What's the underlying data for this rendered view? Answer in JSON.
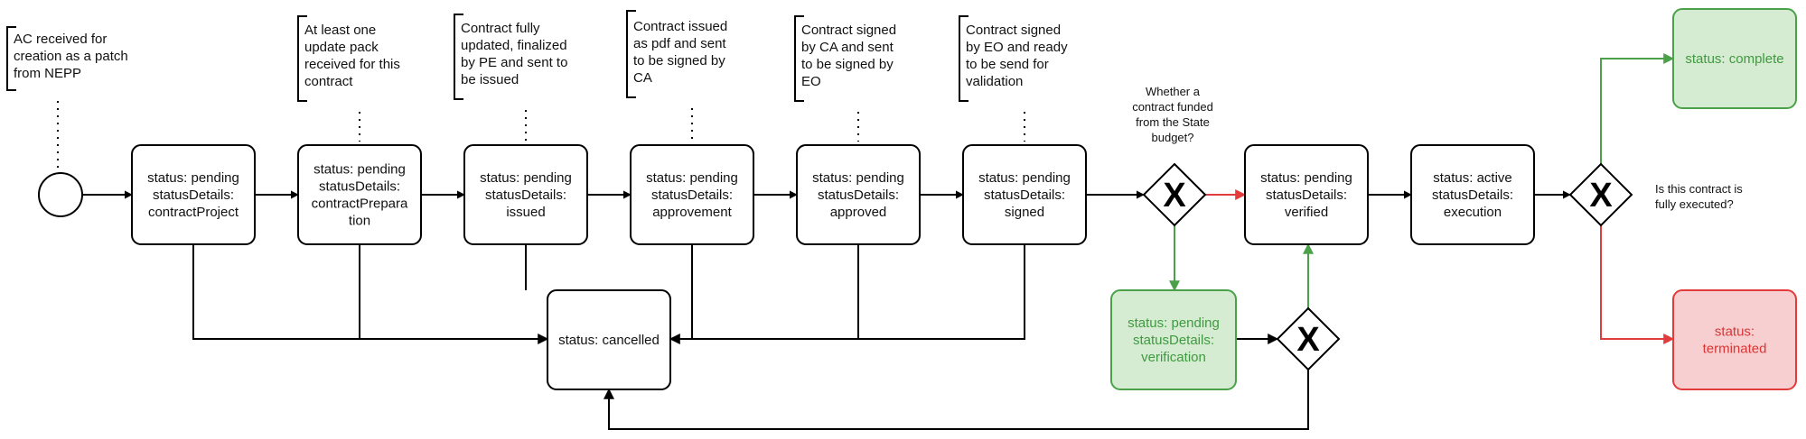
{
  "colors": {
    "default_stroke": "#000000",
    "green_stroke": "#4aa14a",
    "green_fill": "#d5ecd2",
    "green_text": "#3f9a3f",
    "red_stroke": "#e33b3b",
    "red_fill": "#f8cfd0",
    "red_text": "#d93535"
  },
  "tasks": [
    {
      "id": "t1",
      "lines": [
        "status: pending",
        "statusDetails:",
        "contractProject"
      ]
    },
    {
      "id": "t2",
      "lines": [
        "status: pending",
        "statusDetails:",
        "contractPrepara",
        "tion"
      ]
    },
    {
      "id": "t3",
      "lines": [
        "status: pending",
        "statusDetails:",
        "issued"
      ]
    },
    {
      "id": "t4",
      "lines": [
        "status: pending",
        "statusDetails:",
        "approvement"
      ]
    },
    {
      "id": "t5",
      "lines": [
        "status: pending",
        "statusDetails:",
        "approved"
      ]
    },
    {
      "id": "t6",
      "lines": [
        "status: pending",
        "statusDetails:",
        "signed"
      ]
    },
    {
      "id": "t7",
      "lines": [
        "status: pending",
        "statusDetails:",
        "verified"
      ]
    },
    {
      "id": "t8",
      "lines": [
        "status: active",
        "statusDetails:",
        "execution"
      ]
    },
    {
      "id": "t_cancel",
      "lines": [
        "status: cancelled"
      ]
    },
    {
      "id": "t_verif",
      "variant": "green",
      "lines": [
        "status: pending",
        "statusDetails:",
        "verification"
      ]
    },
    {
      "id": "t_complete",
      "variant": "green",
      "lines": [
        "status: complete"
      ]
    },
    {
      "id": "t_term",
      "variant": "red",
      "lines": [
        "status:",
        "terminated"
      ]
    }
  ],
  "annotations": [
    {
      "id": "n0",
      "lines": [
        "AC received for",
        "creation as a patch",
        "from NEPP"
      ]
    },
    {
      "id": "n1",
      "lines": [
        "At least one",
        "update pack",
        "received for this",
        "contract"
      ]
    },
    {
      "id": "n2",
      "lines": [
        "Contract fully",
        "updated, finalized",
        "by PE and sent to",
        "be issued"
      ]
    },
    {
      "id": "n3",
      "lines": [
        "Contract issued",
        "as pdf and sent",
        "to be signed by",
        "CA"
      ]
    },
    {
      "id": "n4",
      "lines": [
        "Contract signed",
        "by CA and sent",
        "to be signed by",
        "EO"
      ]
    },
    {
      "id": "n5",
      "lines": [
        "Contract signed",
        "by EO and ready",
        "to be send for",
        "validation"
      ]
    }
  ],
  "gateway_questions": [
    {
      "id": "q1",
      "lines": [
        "Whether a",
        "contract funded",
        "from the State",
        "budget?"
      ]
    },
    {
      "id": "q2",
      "lines": [
        "Is this contract is",
        "fully executed?"
      ]
    }
  ],
  "gateway_symbol": "X"
}
